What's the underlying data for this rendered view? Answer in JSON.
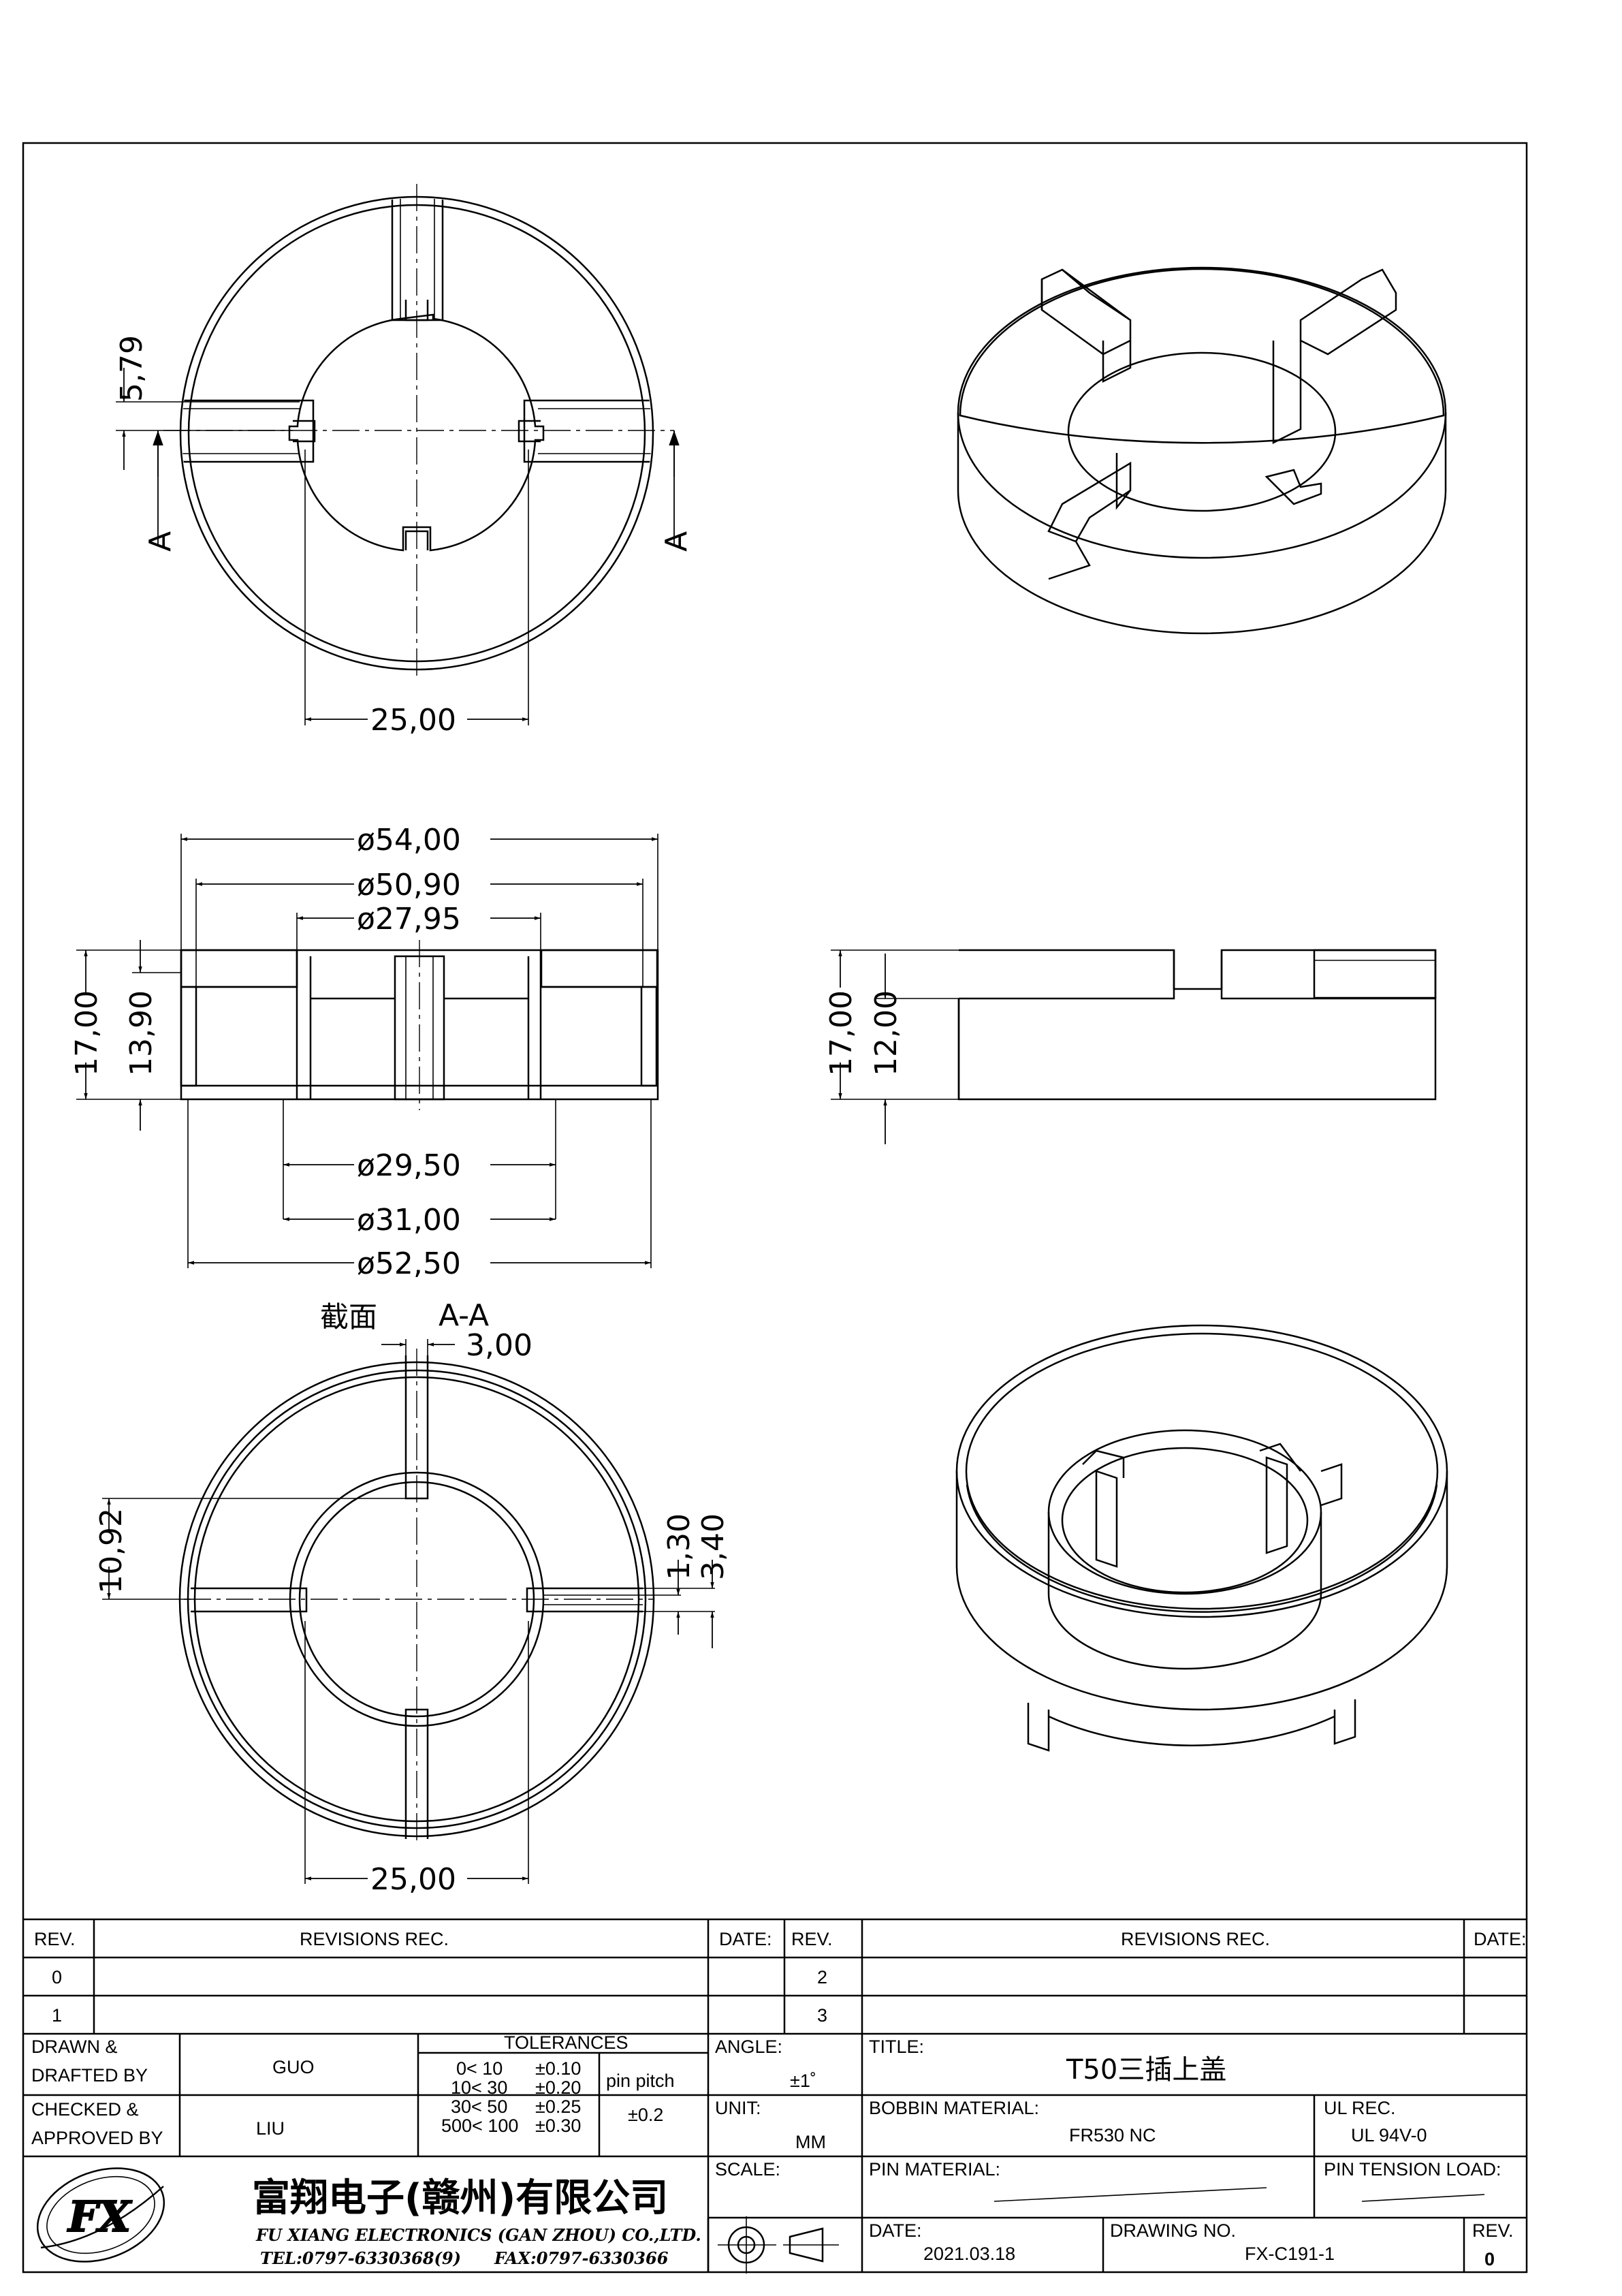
{
  "views": {
    "top_view": {
      "dim_slot_offset": "5,79",
      "section_mark_left": "A",
      "section_mark_right": "A",
      "dim_inner_width": "25,00"
    },
    "front_section": {
      "dim_od_top": "ø54,00",
      "dim_od_2": "ø50,90",
      "dim_id_top": "ø27,95",
      "dim_height_total": "17,00",
      "dim_height_inner": "13,90",
      "dim_id_bottom": "ø29,50",
      "dim_id_bottom2": "ø31,00",
      "dim_od_bottom": "ø52,50"
    },
    "side_view": {
      "dim_height_total": "17,00",
      "dim_height_body": "12,00"
    },
    "bottom_view": {
      "section_note": "截面",
      "section_label": "A-A",
      "dim_slot_width": "3,00",
      "dim_offset": "10,92",
      "dim_rib_1": "1,30",
      "dim_rib_2": "3,40",
      "dim_inner_width": "25,00"
    }
  },
  "title_block": {
    "revision_headers": {
      "rev_left": "REV.",
      "revisions_rec_left": "REVISIONS   REC.",
      "date_left": "DATE:",
      "rev_right": "REV.",
      "revisions_rec_right": "REVISIONS   REC.",
      "date_right": "DATE:"
    },
    "revision_rows": [
      "0",
      "1",
      "2",
      "3"
    ],
    "drawn_by_label_1": "DRAWN &",
    "drawn_by_label_2": "DRAFTED BY",
    "drawn_by": "GUO",
    "checked_label_1": "CHECKED &",
    "checked_label_2": "APPROVED BY",
    "checked_by": "LIU",
    "tolerances_label": "TOLERANCES",
    "tolerance_rows": [
      {
        "range": "0<   10",
        "tol": "±0.10"
      },
      {
        "range": "10<  30",
        "tol": "±0.20"
      },
      {
        "range": "30<  50",
        "tol": "±0.25"
      },
      {
        "range": "500<  100",
        "tol": "±0.30"
      }
    ],
    "pin_pitch_label": "pin pitch",
    "pin_pitch_value": "±0.2",
    "angle_label": "ANGLE:",
    "angle_value": "±1˚",
    "unit_label": "UNIT:",
    "unit_value": "MM",
    "scale_label": "SCALE:",
    "title_label": "TITLE:",
    "title_value": "T50三插上盖",
    "bobbin_material_label": "BOBBIN MATERIAL:",
    "bobbin_material_value": "FR530 NC",
    "ul_rec_label": "UL REC.",
    "ul_rec_value": "UL 94V-0",
    "pin_material_label": "PIN MATERIAL:",
    "pin_tension_label": "PIN TENSION LOAD:",
    "date_label": "DATE:",
    "date_value": "2021.03.18",
    "drawing_no_label": "DRAWING NO.",
    "drawing_no_value": "FX-C191-1",
    "rev_label": "REV.",
    "rev_value": "0",
    "company_cn": "富翔电子(赣州)有限公司",
    "company_en": "FU XIANG ELECTRONICS (GAN ZHOU) CO.,LTD.",
    "tel": "TEL:0797-6330368(9)",
    "fax": "FAX:0797-6330366"
  }
}
